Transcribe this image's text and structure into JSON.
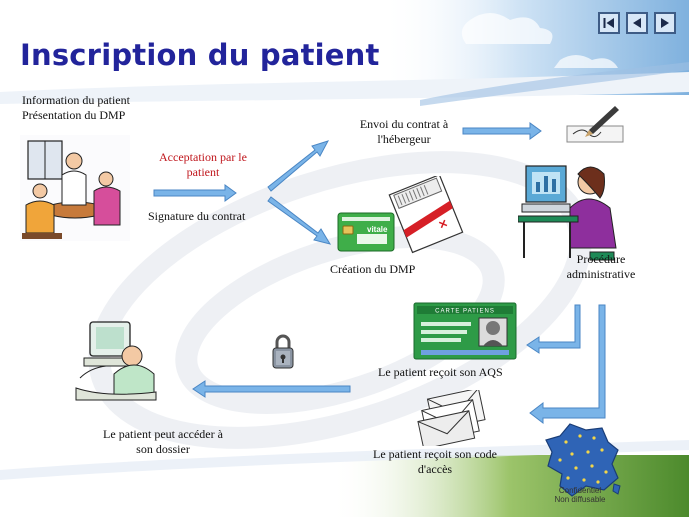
{
  "nav": {
    "first_icon": "skip-back-icon",
    "prev_icon": "play-back-icon",
    "next_icon": "play-forward-icon"
  },
  "slide": {
    "title": "Inscription du patient",
    "info_line1": "Information du patient",
    "info_line2": "Présentation du DMP",
    "acceptation": "Acceptation par le patient",
    "signature": "Signature du contrat",
    "envoi": "Envoi du contrat à l'hébergeur",
    "creation": "Création du DMP",
    "procedure": "Procédure administrative",
    "aqs": "Le patient reçoit son AQS",
    "code": "Le patient reçoit son code d'accès",
    "acceder": "Le patient peut accéder à son dossier",
    "vitale_card": "vitale",
    "patient_card": "CARTE PATIENS",
    "confidential_line1": "Confidentiel",
    "confidential_line2": "Non diffusable"
  },
  "colors": {
    "title": "#22249b",
    "accent_red": "#c0171d",
    "arrow": "#7ab4e8",
    "arrow_stroke": "#4a86c4"
  }
}
